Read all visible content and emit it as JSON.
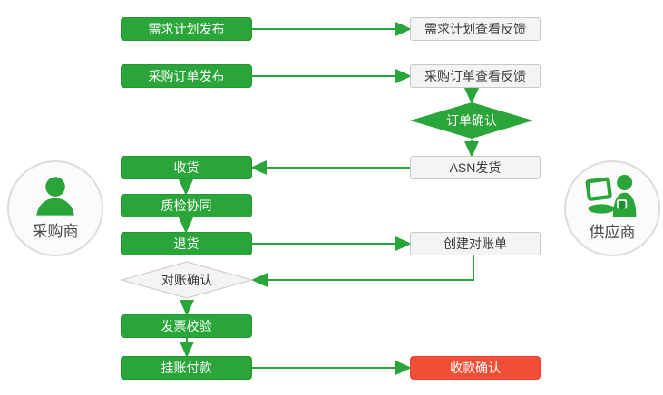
{
  "diagram": {
    "title_hint": "procurement-collaboration-flow",
    "actors": {
      "buyer": {
        "label": "采购商"
      },
      "supplier": {
        "label": "供应商"
      }
    },
    "buyer_nodes": {
      "demand_plan_publish": "需求计划发布",
      "purchase_order_publish": "采购订单发布",
      "receiving": "收货",
      "quality_collab": "质检协同",
      "return_goods": "退货",
      "reconcile_confirm": "对账确认",
      "invoice_check": "发票校验",
      "booked_payment": "挂账付款"
    },
    "supplier_nodes": {
      "demand_plan_feedback": "需求计划查看反馈",
      "purchase_order_feedback": "采购订单查看反馈",
      "order_confirm": "订单确认",
      "asn_ship": "ASN发货",
      "create_statement": "创建对账单",
      "payment_confirm": "收款确认"
    },
    "edges": [
      {
        "from": "demand_plan_publish",
        "to": "demand_plan_feedback"
      },
      {
        "from": "purchase_order_publish",
        "to": "purchase_order_feedback"
      },
      {
        "from": "purchase_order_feedback",
        "to": "order_confirm"
      },
      {
        "from": "order_confirm",
        "to": "asn_ship"
      },
      {
        "from": "asn_ship",
        "to": "receiving"
      },
      {
        "from": "receiving",
        "to": "quality_collab"
      },
      {
        "from": "quality_collab",
        "to": "return_goods"
      },
      {
        "from": "return_goods",
        "to": "create_statement"
      },
      {
        "from": "create_statement",
        "to": "reconcile_confirm"
      },
      {
        "from": "reconcile_confirm",
        "to": "invoice_check"
      },
      {
        "from": "invoice_check",
        "to": "booked_payment"
      },
      {
        "from": "booked_payment",
        "to": "payment_confirm"
      }
    ],
    "colors": {
      "green": "#2aa53a",
      "red": "#ef4f35",
      "doc_bg": "#f4f4f4",
      "doc_border": "#c8c8c8",
      "text_dark": "#3a3a3a"
    }
  }
}
